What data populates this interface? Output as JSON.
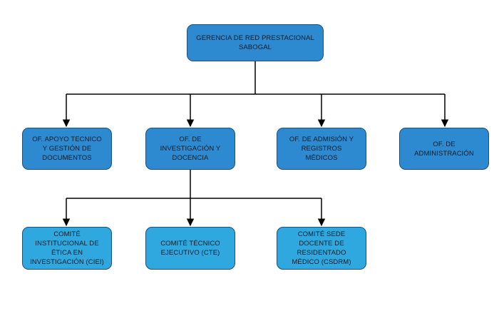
{
  "org_chart": {
    "root": {
      "label": "GERENCIA DE RED PRESTACIONAL SABOGAL"
    },
    "offices": [
      {
        "label": "OF. APOYO TECNICO Y GESTIÓN DE DOCUMENTOS"
      },
      {
        "label": "OF. DE INVESTIGACIÓN Y DOCENCIA"
      },
      {
        "label": "OF. DE ADMISIÓN Y REGISTROS MÉDICOS"
      },
      {
        "label": "OF. DE ADMINISTRACIÓN"
      }
    ],
    "committees": [
      {
        "label": "COMITÉ INSTITUCIONAL DE ÉTICA EN INVESTIGACIÓN (CIEI)"
      },
      {
        "label": "COMITÉ TÉCNICO EJECUTIVO (CTE)"
      },
      {
        "label": "COMITÉ SEDE DOCENTE DE RESIDENTADO MÉDICO (CSDRM)"
      }
    ]
  },
  "colors": {
    "office_fill": "#2d8ad0",
    "committee_fill": "#2ea8de",
    "connector": "#000000"
  }
}
